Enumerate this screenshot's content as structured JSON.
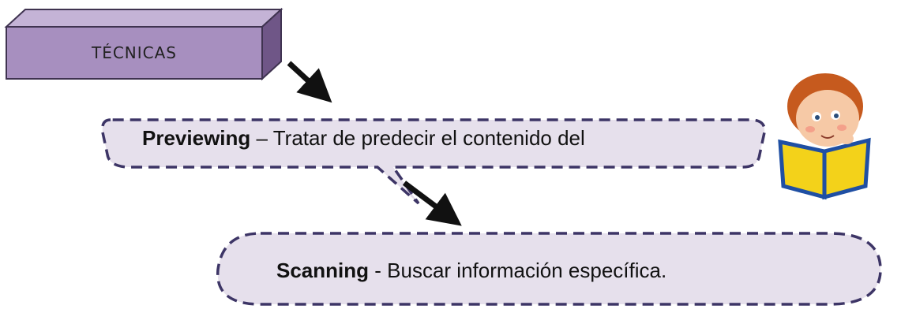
{
  "title_box": {
    "label": "TÉCNICAS"
  },
  "bubbles": [
    {
      "term": "Previewing",
      "separator": "–",
      "description": "Tratar de predecir el contenido del"
    },
    {
      "term": "Scanning",
      "separator": "-",
      "description": "Buscar información específica."
    }
  ],
  "colors": {
    "box_front": "#a78fbf",
    "box_top": "#c4b3d6",
    "box_side": "#6f5687",
    "bubble_fill": "#e6e0ec",
    "bubble_stroke": "#3d3566",
    "arrow": "#111111"
  },
  "icons": [
    "boy-reading-book-icon"
  ]
}
